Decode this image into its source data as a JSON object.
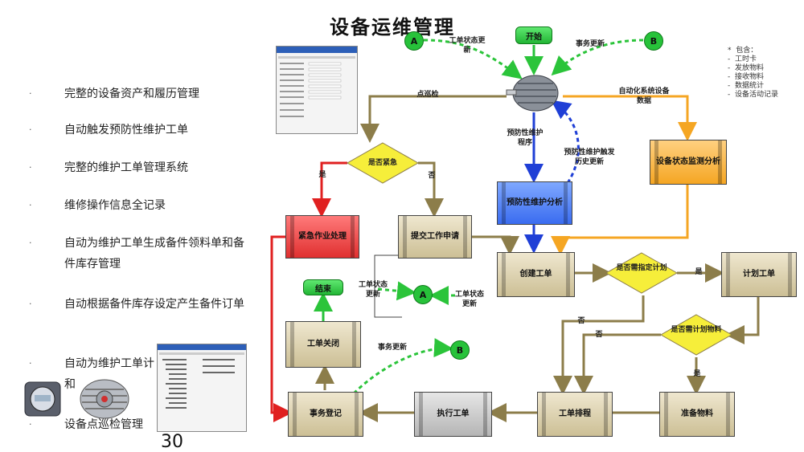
{
  "title": "设备运维管理",
  "page_number": "30",
  "bullets": [
    "完整的设备资产和履历管理",
    "自动触发预防性维护工单",
    "完整的维护工单管理系统",
    "维修操作信息全记录",
    "自动为维护工单生成备件领料单和备件库存管理",
    "自动根据备件库存设定产生备件订单",
    "自动为维护工单计",
    "和",
    "设备点巡检管理"
  ],
  "bullet_marker": "·",
  "include_list": {
    "heading": "包含：",
    "items": [
      "工时卡",
      "发放物料",
      "接收物料",
      "数据统计",
      "设备活动记录"
    ]
  },
  "nodes": {
    "start": "开始",
    "end": "结束",
    "a_top": "A",
    "b_top": "B",
    "a_mid": "A",
    "b_low": "B",
    "is_urgent": "是否紧急",
    "emergency": "紧急作业处理",
    "submit": "提交工作申请",
    "preventive": "预防性维护分析",
    "condition": "设备状态监测分析",
    "create": "创建工单",
    "need_plan": "是否需指定计划",
    "plan_order": "计划工单",
    "need_material": "是否需计划物料",
    "prepare": "准备物料",
    "schedule": "工单排程",
    "execute": "执行工单",
    "register": "事务登记",
    "close": "工单关闭"
  },
  "edge_labels": {
    "status_update_top": "工单状态更新",
    "transaction_update_top": "事务更新",
    "inspection": "点巡检",
    "auto_system": "自动化系统设备数据",
    "pm_program": "预防性维护程序",
    "pm_history": "预防性维护触发历史更新",
    "yes_urgent": "是",
    "no_urgent": "否",
    "yes_plan": "是",
    "no_plan": "否",
    "no_material": "否",
    "yes_material": "是",
    "status_update_left": "工单状态更新",
    "status_update_right": "工单状态更新",
    "transaction_update_low": "事务更新"
  },
  "colors": {
    "olive": "#8c7d4a",
    "red": "#e02020",
    "blue": "#1f3fd6",
    "orange": "#f5a623",
    "green": "#27c23a",
    "dash_green": "#2bc43a",
    "dash_blue": "#1f3fd6"
  }
}
